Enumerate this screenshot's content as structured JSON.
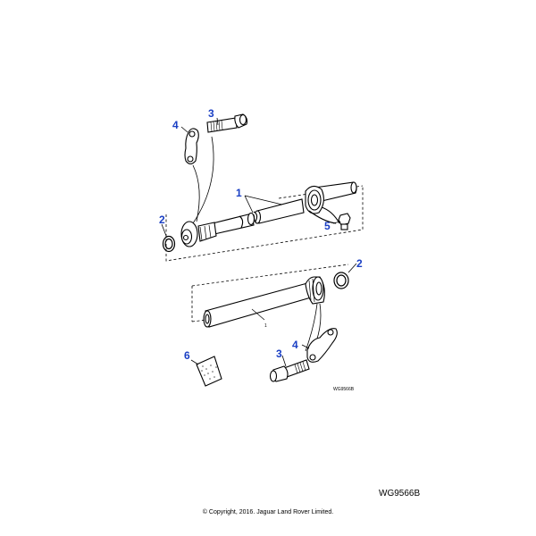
{
  "callout_color": "#1a3fc4",
  "callouts": {
    "top_bolt": "3",
    "top_strap": "4",
    "shaft_front": "1",
    "left_ring": "2",
    "nut": "5",
    "right_ring": "2",
    "shaft_rear": "1",
    "bottom_strap": "4",
    "bottom_bolt": "3",
    "grease_pack": "6"
  },
  "small_drawing_ref": "WG9566B",
  "drawing_id": "WG9566B",
  "copyright": "© Copyright, 2016. Jaguar Land Rover Limited."
}
